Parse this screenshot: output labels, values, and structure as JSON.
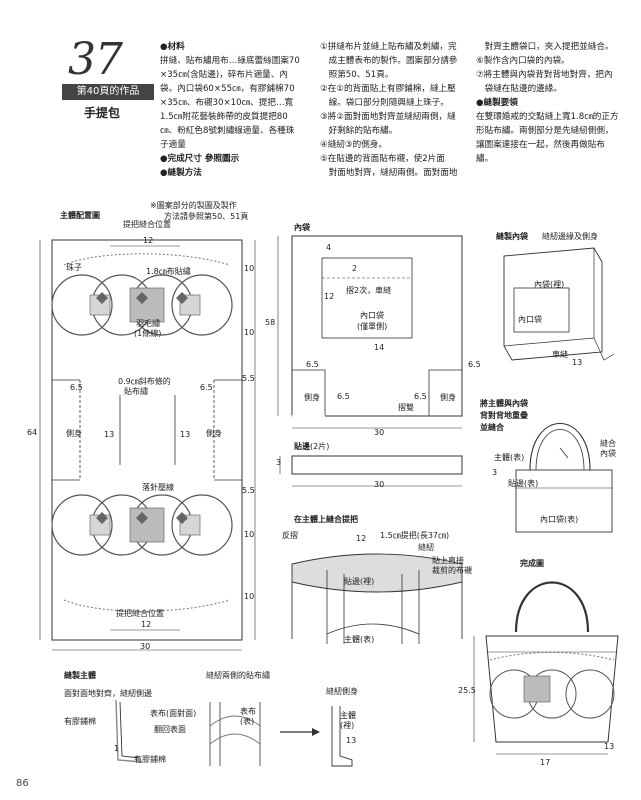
{
  "header": {
    "number": "37",
    "badge": "第40頁的作品",
    "title": "手提包"
  },
  "materials": {
    "heading": "●材料",
    "lines": [
      "拼縫、貼布繡用布…綠底蕾絲圖案70",
      "×35㎝(含貼邊)，碎布片適量、內",
      "袋。內口袋60×55㎝，有膠鋪棉70",
      "×35㎝、布襯30×10㎝、提把…寬",
      "1.5㎝附花藝裝飾帶的皮質提把80",
      "㎝、粉紅色8號刺繡線適量、各種珠",
      "子適量"
    ],
    "size": "●完成尺寸 參照圖示",
    "method": "●縫製方法"
  },
  "steps": {
    "lines": [
      "①拼縫布片並縫上貼布繡及刺繡，完",
      "　成主體表布的製作。圖案部分請參",
      "　照第50、51頁。",
      "②在①的背面貼上有膠鋪棉，縫上壓",
      "　線。袋口部分則隨興縫上珠子。",
      "③將②面對面地對齊並縫紉兩側，縫",
      "　好剩餘的貼布繡。",
      "④縫紉③的側身。",
      "⑤在貼邊的背面貼布襯，使2片面",
      "　對面地對齊，縫紉兩側。面對面地"
    ]
  },
  "steps2": {
    "lines": [
      "　對齊主體袋口，夾入提把並縫合。",
      "⑥製作含內口袋的內袋。",
      "⑦將主體與內袋背對背地對齊，把內",
      "　袋縫在貼邊的邊緣。"
    ],
    "tips_heading": "●縫製要領",
    "tips": [
      "在雙環婚戒的交點縫上寬1.8㎝的正方",
      "形貼布繡。兩側部分是先縫紉側側，",
      "讓圖案連接在一起，然後再做貼布",
      "繡。"
    ]
  },
  "diagram_main": {
    "title": "主體配置圖",
    "note1": "※圖案部分的製圖及製作",
    "note2": "方法請參照第50、51頁",
    "handle_top": "提把縫合位置",
    "handle_bottom": "提把縫合位置",
    "w_top": "12",
    "w_bottom": "12",
    "beads": "珠子",
    "embroidery": "1.8㎝布貼繡",
    "feather": "羽毛繡",
    "feather_sub": "(1條線)",
    "bias": "0.9㎝斜布條的",
    "bias2": "貼布繡",
    "quilt": "落針壓線",
    "side_l": "側身",
    "side_r": "側身",
    "d65l": "6.5",
    "d65r": "6.5",
    "d13l": "13",
    "d13r": "13",
    "h64": "64",
    "h10a": "10",
    "h10b": "10",
    "h10c": "10",
    "h10d": "10",
    "h55a": "5.5",
    "h55b": "5.5",
    "w30": "30"
  },
  "diagram_inner": {
    "title": "內袋",
    "d4": "4",
    "d2": "2",
    "fold": "摺2次，車縫",
    "d12": "12",
    "pocket": "內口袋",
    "pocket_sub": "(僅單側)",
    "d14": "14",
    "h58": "58",
    "d65a": "6.5",
    "d65b": "6.5",
    "d65c": "6.5",
    "d65d": "6.5",
    "side_l": "側身",
    "side_r": "側身",
    "fold_line": "摺雙",
    "w30": "30"
  },
  "diagram_facing": {
    "title": "貼邊",
    "count": "(2片)",
    "h3": "3",
    "w30": "30"
  },
  "diagram_handle": {
    "title": "在主體上縫合提把",
    "turn": "反摺",
    "d12": "12",
    "handle_len": "1.5㎝提把(長37㎝)",
    "sew": "縫紉",
    "stick": "貼上直接",
    "stick2": "裁剪的布襯",
    "facing_in": "貼邊(裡)",
    "body": "主體(表)"
  },
  "diagram_pocket_bag": {
    "title": "縫製內袋",
    "note": "縫紉邊緣及側身",
    "inner": "內袋(裡)",
    "pocket": "內口袋",
    "sew": "車縫",
    "d13": "13"
  },
  "diagram_join": {
    "title1": "將主體與內袋",
    "title2": "背對背地重疊",
    "title3": "並縫合",
    "body": "主體(表)",
    "join": "縫合",
    "join2": "內袋",
    "d3": "3",
    "facing": "貼邊(表)",
    "pocket": "內口袋(表)"
  },
  "diagram_finished": {
    "title": "完成圖",
    "h255": "25.5",
    "w17": "17",
    "d13": "13"
  },
  "diagram_sew_body": {
    "title": "縫製主體",
    "face": "面對面地對齊，縫紉側邊",
    "batting": "有膠鋪棉",
    "surface": "表布(面對面)",
    "flip": "翻回表面",
    "d1": "1",
    "batting2": "有膠鋪棉",
    "side_app": "縫紉兩側的貼布繡",
    "surface2": "表布",
    "surface2b": "(表)",
    "gusset": "縫紉側身",
    "body": "主體",
    "body2": "(裡)",
    "d13": "13"
  },
  "footer": {
    "page": "86"
  }
}
